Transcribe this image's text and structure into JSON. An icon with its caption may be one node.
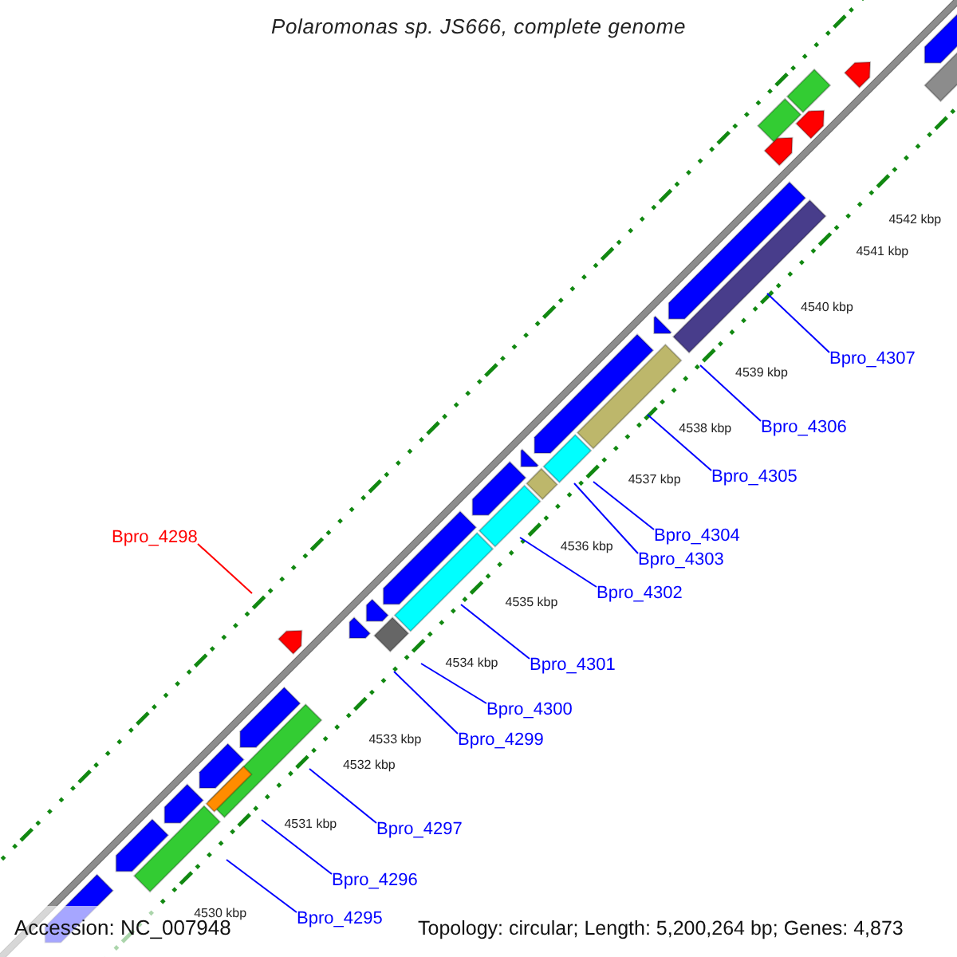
{
  "diagram": {
    "title": "Polaromonas sp. JS666, complete genome",
    "nodes": [
      {
        "text": [
          "Bpro_4307"
        ]
      },
      {
        "text": [
          "Bpro_4306"
        ]
      },
      {
        "text": [
          "Bpro_4305"
        ]
      },
      {
        "text": [
          "Bpro_4298"
        ]
      },
      {
        "text": [
          "Bpro_4304"
        ]
      },
      {
        "text": [
          "Bpro_4303"
        ]
      },
      {
        "text": [
          "Bpro_4302"
        ]
      },
      {
        "text": [
          "Bpro_4301"
        ]
      },
      {
        "text": [
          "Bpro_4300"
        ]
      },
      {
        "text": [
          "Bpro_4299"
        ]
      },
      {
        "text": [
          "Bpro_4297"
        ]
      },
      {
        "text": [
          "Bpro_4296"
        ]
      },
      {
        "text": [
          "Bpro_4295"
        ]
      }
    ],
    "edges": [
      {
        "from": 0,
        "to": null,
        "arrow": "none"
      },
      {
        "from": 1,
        "to": null,
        "arrow": "none"
      },
      {
        "from": 2,
        "to": null,
        "arrow": "none"
      },
      {
        "from": 3,
        "to": null,
        "arrow": "none",
        "color": "#ff0000"
      },
      {
        "from": 4,
        "to": null,
        "arrow": "none"
      },
      {
        "from": 5,
        "to": null,
        "arrow": "none"
      },
      {
        "from": 6,
        "to": null,
        "arrow": "none"
      },
      {
        "from": 7,
        "to": null,
        "arrow": "none"
      },
      {
        "from": 8,
        "to": null,
        "arrow": "none"
      },
      {
        "from": 9,
        "to": null,
        "arrow": "none"
      },
      {
        "from": 10,
        "to": null,
        "arrow": "none"
      },
      {
        "from": 11,
        "to": null,
        "arrow": "none"
      },
      {
        "from": 12,
        "to": null,
        "arrow": "none"
      }
    ],
    "labels": [
      "4542 kbp",
      "4541 kbp",
      "4540 kbp",
      "4539 kbp",
      "4538 kbp",
      "4537 kbp",
      "4536 kbp",
      "4535 kbp",
      "4534 kbp",
      "4533 kbp",
      "4532 kbp",
      "4531 kbp",
      "4530 kbp",
      "Accession: NC_007948",
      "Topology: circular; Length: 5,200,264 bp; Genes: 4,873"
    ]
  }
}
